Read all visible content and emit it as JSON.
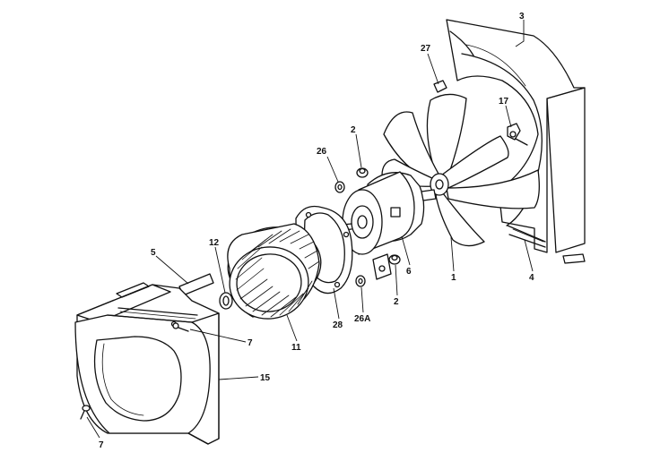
{
  "callouts": [
    {
      "id": "3",
      "text": "3"
    },
    {
      "id": "27",
      "text": "27"
    },
    {
      "id": "17",
      "text": "17"
    },
    {
      "id": "2a",
      "text": "2"
    },
    {
      "id": "26a",
      "text": "26"
    },
    {
      "id": "6",
      "text": "6"
    },
    {
      "id": "1",
      "text": "1"
    },
    {
      "id": "4",
      "text": "4"
    },
    {
      "id": "2b",
      "text": "2"
    },
    {
      "id": "26b",
      "text": "26A"
    },
    {
      "id": "28",
      "text": "28"
    },
    {
      "id": "11",
      "text": "11"
    },
    {
      "id": "12",
      "text": "12"
    },
    {
      "id": "5",
      "text": "5"
    },
    {
      "id": "7a",
      "text": "7"
    },
    {
      "id": "15",
      "text": "15"
    },
    {
      "id": "7b",
      "text": "7"
    }
  ]
}
